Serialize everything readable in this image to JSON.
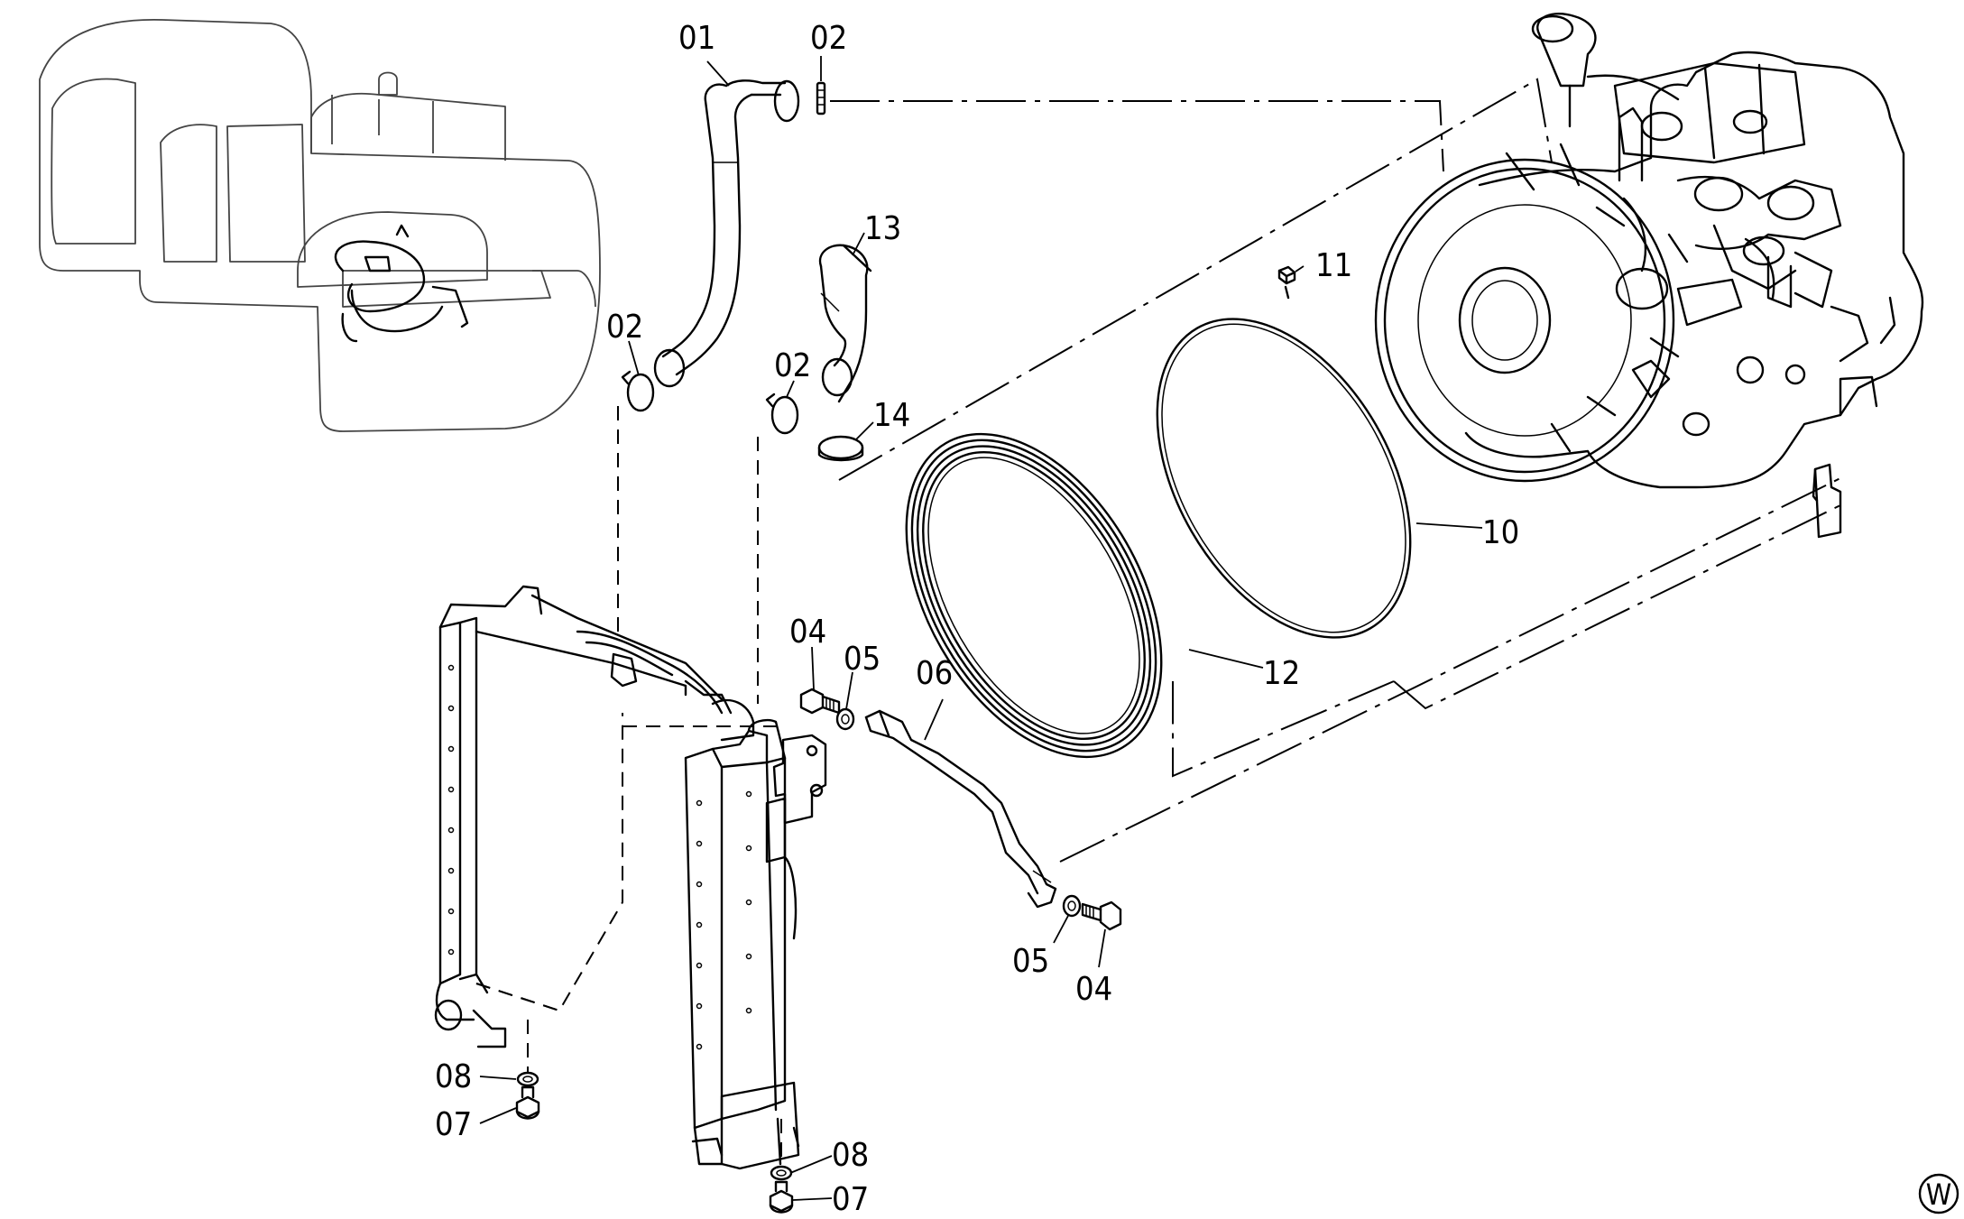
{
  "parts": {
    "p01": "01",
    "p02": "02",
    "p04": "04",
    "p05": "05",
    "p06": "06",
    "p07": "07",
    "p08": "08",
    "p10": "10",
    "p11": "11",
    "p12": "12",
    "p13": "13",
    "p14": "14"
  },
  "view_marker": "W"
}
